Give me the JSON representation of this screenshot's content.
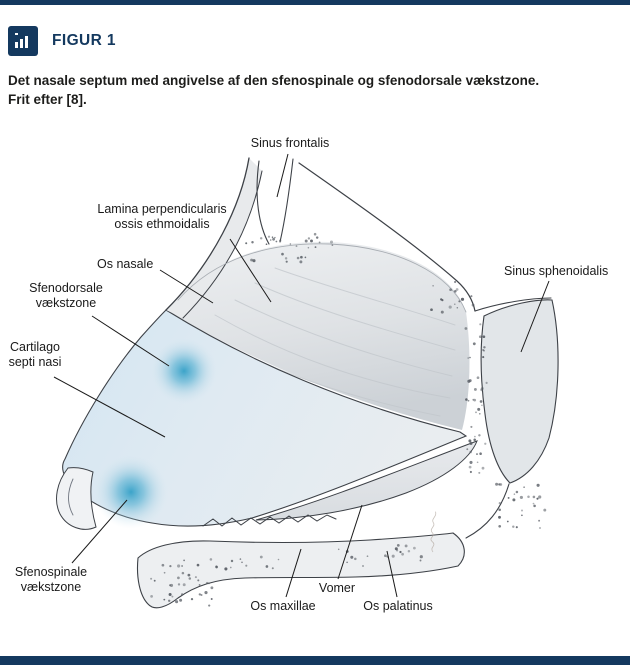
{
  "page": {
    "figure_label": "FIGUR 1",
    "caption_line1": "Det nasale septum med angivelse af den sfenospinale og sfenodorsale vækstzone.",
    "caption_line2": "Frit efter [8]."
  },
  "labels": {
    "sinus_frontalis": "Sinus frontalis",
    "lamina_perpendicularis": "Lamina perpendicularis\nossis ethmoidalis",
    "os_nasale": "Os nasale",
    "sinus_sphenoidalis": "Sinus sphenoidalis",
    "sfenodorsale_vaekstzone": "Sfenodorsale\nvækstzone",
    "cartilago_septi_nasi": "Cartilago\nsepti nasi",
    "sfenospinale_vaekstzone": "Sfenospinale\nvækstzone",
    "os_maxillae": "Os maxillae",
    "vomer": "Vomer",
    "os_palatinus": "Os palatinus"
  },
  "colors": {
    "accent_navy": "#14395f",
    "growth_zone_blue": "#1f97c2",
    "cartilage_blue": "#dce8f1",
    "bone_gray": "#e6e8ea"
  }
}
